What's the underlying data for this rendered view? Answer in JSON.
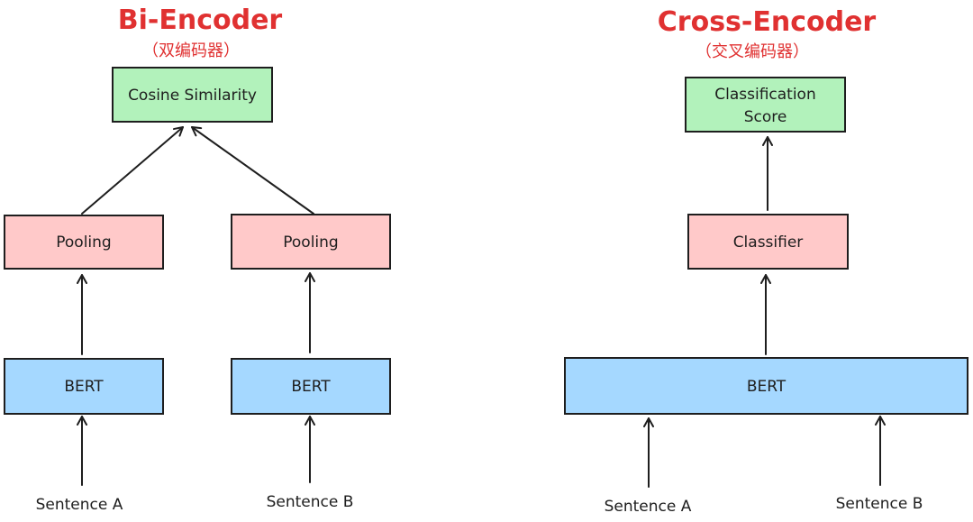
{
  "bi_encoder": {
    "title": "Bi-Encoder",
    "subtitle": "（双编码器）",
    "top_box": "Cosine Similarity",
    "left_pooling": "Pooling",
    "right_pooling": "Pooling",
    "left_bert": "BERT",
    "right_bert": "BERT",
    "input_a": "Sentence A",
    "input_b": "Sentence B"
  },
  "cross_encoder": {
    "title": "Cross-Encoder",
    "subtitle": "（交叉编码器）",
    "top_box_line1": "Classification",
    "top_box_line2": "Score",
    "classifier": "Classifier",
    "bert": "BERT",
    "input_a": "Sentence A",
    "input_b": "Sentence B"
  },
  "colors": {
    "title": "#e03131",
    "output_box": "#b2f2bb",
    "middle_box": "#ffc9c9",
    "encoder_box": "#a5d8ff",
    "stroke": "#1e1e1e"
  }
}
